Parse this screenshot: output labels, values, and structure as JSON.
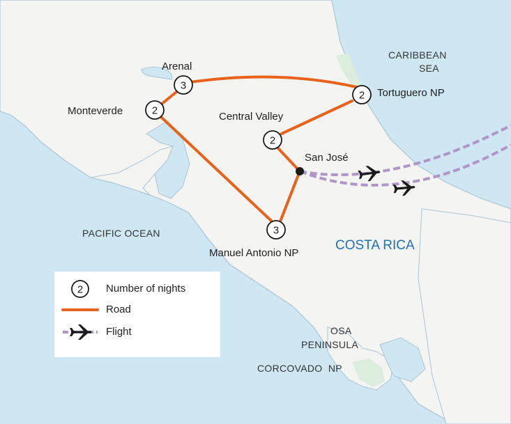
{
  "colors": {
    "sea": "#cfe6f3",
    "land": "#f4f4f3",
    "coast": "#aac5d3",
    "park": "#dbeedd",
    "road": "#e8621c",
    "flight": "#b096c8",
    "stop_ring": "#1a1a1a",
    "country_label": "#1f6fb8"
  },
  "places": {
    "arenal": "Arenal",
    "monteverde": "Monteverde",
    "central_valley": "Central Valley",
    "tortuguero": "Tortuguero NP",
    "san_jose": "San José",
    "manuel_antonio": "Manuel Antonio NP"
  },
  "water": {
    "caribbean_line1": "CARIBBEAN",
    "caribbean_line2": "SEA",
    "pacific": "PACIFIC OCEAN"
  },
  "regions": {
    "country": "COSTA RICA",
    "osa_line1": "OSA",
    "osa_line2": "PENINSULA",
    "corcovado": "CORCOVADO  NP"
  },
  "nights": {
    "arenal": "3",
    "monteverde": "2",
    "central_valley": "2",
    "tortuguero": "2",
    "manuel_antonio": "3"
  },
  "legend": {
    "sample_number": "2",
    "nights_label": "Number of nights",
    "road_label": "Road",
    "flight_label": "Flight"
  },
  "icons": {
    "stop": "numbered-circle",
    "city": "filled-dot",
    "flight": "airplane"
  }
}
